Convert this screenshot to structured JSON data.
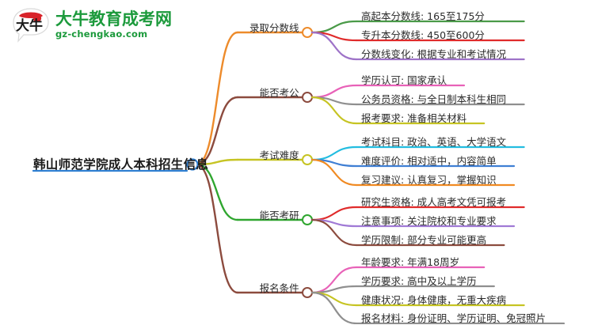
{
  "logo": {
    "title": "大牛教育成考网",
    "subtitle": "gz-chengkao.com",
    "mark_text": "大牛",
    "brand_green": "#1c9a3c",
    "brand_red": "#d8232a"
  },
  "mindmap": {
    "root": {
      "label": "韩山师范学院成人本科招生信息",
      "node_color": "#2f7fd1",
      "underline_color": "#2f7fd1"
    },
    "branches": [
      {
        "label": "录取分数线",
        "color": "#ed8b2b",
        "children": [
          {
            "label": "高起本分数线: 165至175分",
            "color": "#4a9a48"
          },
          {
            "label": "专升本分数线: 450至600分",
            "color": "#e02b2b"
          },
          {
            "label": "分数线变化: 根据专业和考试情况",
            "color": "#9e73c8"
          }
        ]
      },
      {
        "label": "能否考公",
        "color": "#8c4b3e",
        "children": [
          {
            "label": "学历认可: 国家承认",
            "color": "#e862b8"
          },
          {
            "label": "公务员资格: 与全日制本科生相同",
            "color": "#8f8f8f"
          },
          {
            "label": "报考要求: 准备相关材料",
            "color": "#c6c423"
          }
        ]
      },
      {
        "label": "考试难度",
        "color": "#c6c423",
        "children": [
          {
            "label": "考试科目: 政治、英语、大学语文",
            "color": "#23bde0"
          },
          {
            "label": "难度评价: 相对适中，内容简单",
            "color": "#3f7fd4"
          },
          {
            "label": "复习建议: 认真复习，掌握知识",
            "color": "#f08a22"
          }
        ]
      },
      {
        "label": "能否考研",
        "color": "#2fa62f",
        "children": [
          {
            "label": "研究生资格: 成人高考文凭可报考",
            "color": "#e02b2b"
          },
          {
            "label": "注意事项: 关注院校和专业要求",
            "color": "#a07ad6"
          },
          {
            "label": "学历限制: 部分专业可能更高",
            "color": "#8c4b3e"
          }
        ]
      },
      {
        "label": "报名条件",
        "color": "#8c4b3e",
        "children": [
          {
            "label": "年龄要求: 年满18周岁",
            "color": "#e862b8"
          },
          {
            "label": "学历要求: 高中及以上学历",
            "color": "#8f8f8f"
          },
          {
            "label": "健康状况: 身体健康，无重大疾病",
            "color": "#c6c423"
          },
          {
            "label": "报名材料: 身份证明、学历证明、免冠照片",
            "color": "#8f8f8f"
          }
        ]
      }
    ]
  }
}
